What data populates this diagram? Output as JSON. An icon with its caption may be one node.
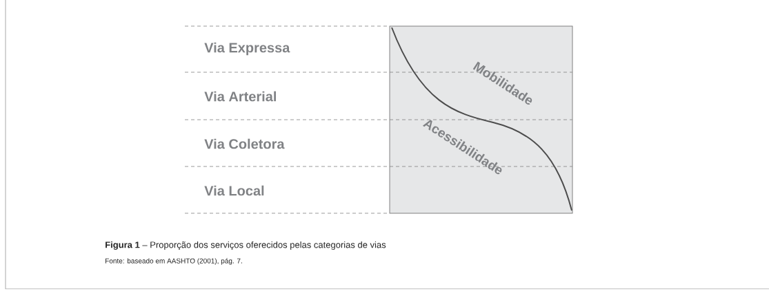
{
  "diagram": {
    "caption": "**Figura 1** – Proporção dos serviços oferecidos pelas categorias de vias",
    "labels": [
      "Via Expressa",
      "Via Arterial",
      "Via Coletora",
      "Via Local",
      "Mobilidade",
      "Acessibilidade",
      "Fonte: baseado em AASHTO (2001), pág. 7."
    ]
  }
}
